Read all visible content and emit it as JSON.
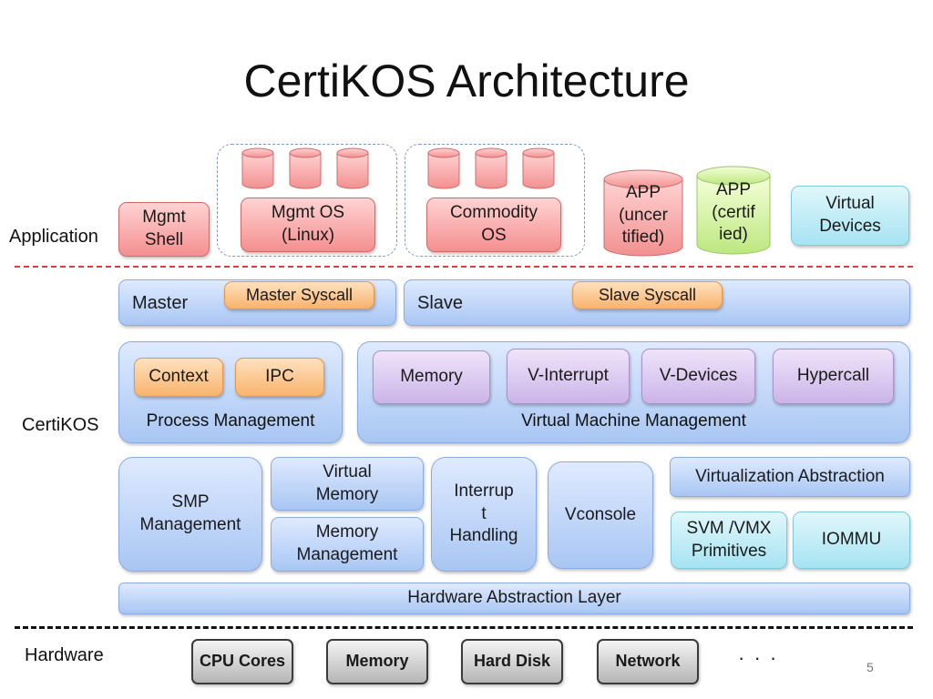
{
  "title": "CertiKOS Architecture",
  "layers": {
    "application": "Application",
    "certikos": "CertiKOS",
    "hardware": "Hardware"
  },
  "application": {
    "mgmt_shell": "Mgmt\nShell",
    "mgmt_os": "Mgmt OS\n(Linux)",
    "commodity_os": "Commodity\nOS",
    "app_uncertified": "APP\n(uncer\ntified)",
    "app_certified": "APP\n(certif\nied)",
    "virtual_devices": "Virtual\nDevices"
  },
  "kernel": {
    "master": "Master",
    "master_syscall": "Master Syscall",
    "slave": "Slave",
    "slave_syscall": "Slave Syscall",
    "process_management": {
      "label": "Process Management",
      "context": "Context",
      "ipc": "IPC"
    },
    "vm_management": {
      "label": "Virtual Machine Management",
      "memory": "Memory",
      "v_interrupt": "V-Interrupt",
      "v_devices": "V-Devices",
      "hypercall": "Hypercall"
    },
    "smp_management": "SMP\nManagement",
    "virtual_memory": "Virtual\nMemory",
    "memory_management": "Memory\nManagement",
    "interrupt_handling": "Interrup\nt\nHandling",
    "vconsole": "Vconsole",
    "virtualization_abstraction": "Virtualization Abstraction",
    "svm_vmx": "SVM /VMX\nPrimitives",
    "iommu": "IOMMU",
    "hal": "Hardware Abstraction Layer"
  },
  "hardware": {
    "cpu_cores": "CPU Cores",
    "memory": "Memory",
    "hard_disk": "Hard Disk",
    "network": "Network",
    "more": "· · ·"
  },
  "slide_number": "5"
}
